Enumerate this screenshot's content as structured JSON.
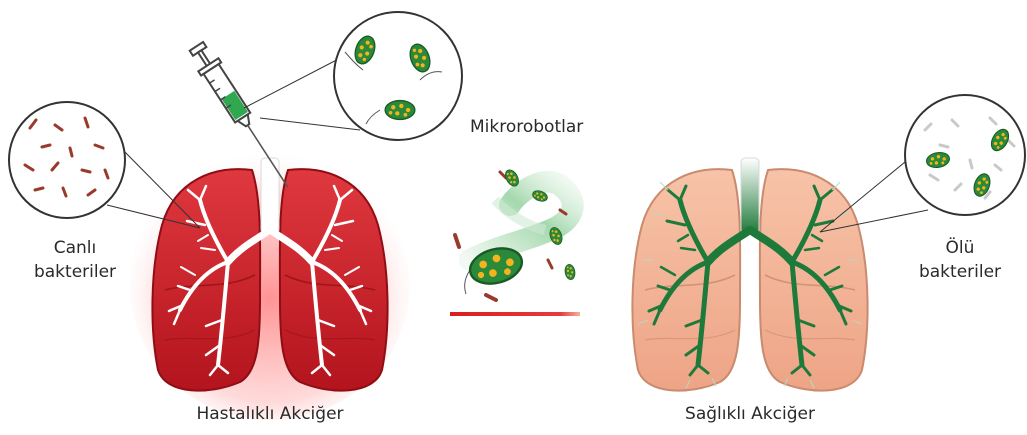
{
  "labels": {
    "microrobots": "Mikrorobotlar",
    "live_bacteria_1": "Canlı",
    "live_bacteria_2": "bakteriler",
    "dead_bacteria_1": "Ölü",
    "dead_bacteria_2": "bakteriler",
    "diseased_lung": "Hastalıklı Akciğer",
    "healthy_lung": "Sağlıklı Akciğer"
  },
  "colors": {
    "diseased_lung": "#c8202a",
    "diseased_glow": "#ff3b3b",
    "healthy_lung": "#f2b394",
    "healthy_bronchi": "#1e7a3a",
    "robot_body": "#2a8a3a",
    "robot_spots": "#f5b41e",
    "bacteria": "#9a3a2a",
    "arrow": "#d91e1e",
    "syringe_liquid": "#2fa84f"
  },
  "icons": [
    "syringe-icon",
    "magnifier-circle-icon",
    "lung-icon",
    "microrobot-icon",
    "bacteria-icon",
    "arrow-right-icon"
  ]
}
